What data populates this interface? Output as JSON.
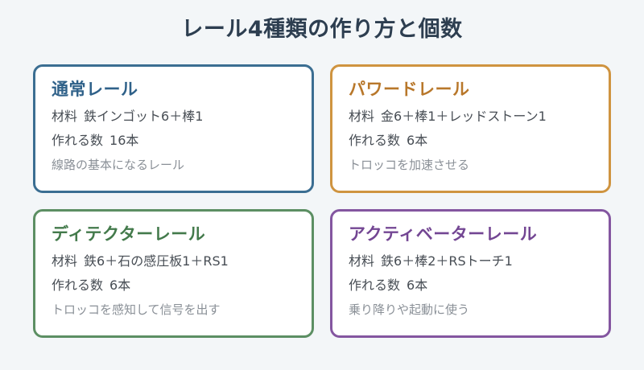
{
  "title": "レール4種類の作り方と個数",
  "cards": [
    {
      "name": "通常レール",
      "material_label": "材料",
      "material": "鉄インゴット6＋棒1",
      "yield_label": "作れる数",
      "yield": "16本",
      "note": "線路の基本になるレール",
      "color": "#3b6e92"
    },
    {
      "name": "パワードレール",
      "material_label": "材料",
      "material": "金6＋棒1＋レッドストーン1",
      "yield_label": "作れる数",
      "yield": "6本",
      "note": "トロッコを加速させる",
      "color": "#cf9440"
    },
    {
      "name": "ディテクターレール",
      "material_label": "材料",
      "material": "鉄6＋石の感圧板1＋RS1",
      "yield_label": "作れる数",
      "yield": "6本",
      "note": "トロッコを感知して信号を出す",
      "color": "#5c8f63"
    },
    {
      "name": "アクティベーターレール",
      "material_label": "材料",
      "material": "鉄6＋棒2＋RSトーチ1",
      "yield_label": "作れる数",
      "yield": "6本",
      "note": "乗り降りや起動に使う",
      "color": "#8456a0"
    }
  ]
}
